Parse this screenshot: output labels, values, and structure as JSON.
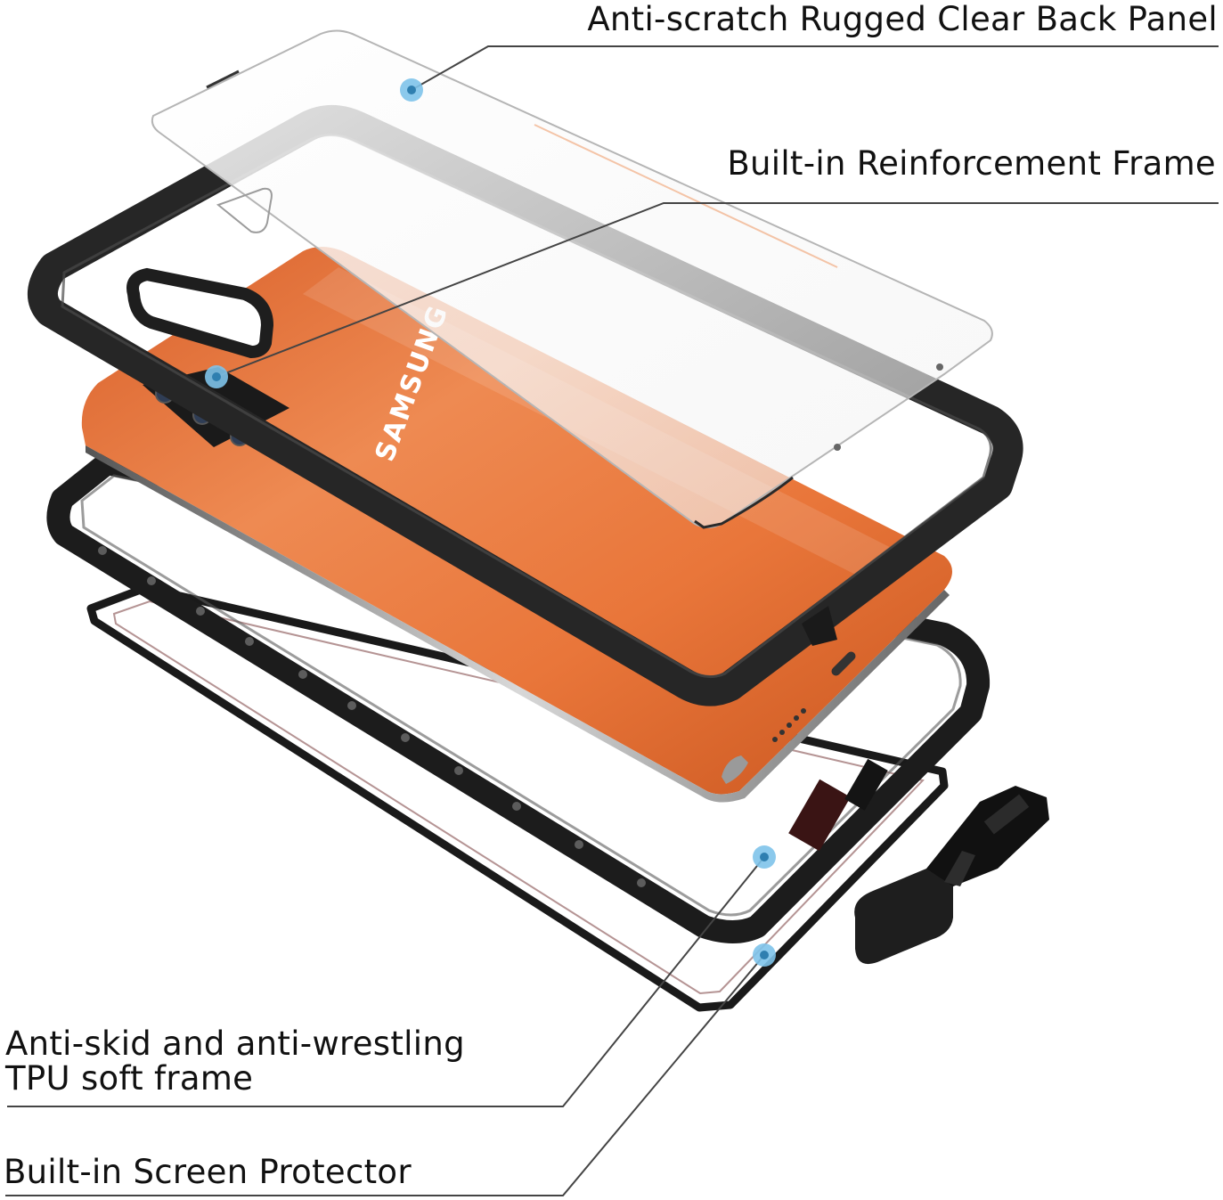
{
  "image": {
    "brand_text": "SAMSUNG",
    "colors": {
      "phone_body": "#e8743a",
      "frame": "#2a2a2a",
      "marker": "#7ec3ea",
      "leader_line": "#444444"
    }
  },
  "callouts": {
    "back_panel": "Anti-scratch Rugged Clear Back Panel",
    "reinforcement_frame": "Built-in Reinforcement Frame",
    "tpu_frame_line1": "Anti-skid and anti-wrestling",
    "tpu_frame_line2": "TPU soft frame",
    "screen_protector": "Built-in Screen Protector"
  }
}
